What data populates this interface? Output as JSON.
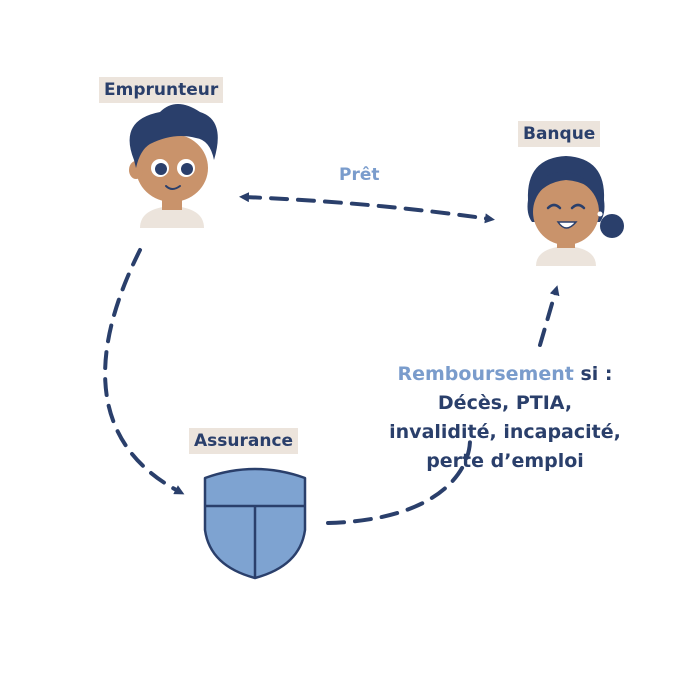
{
  "actors": {
    "borrower": "Emprunteur",
    "bank": "Banque",
    "insurance": "Assurance"
  },
  "flows": {
    "loan": "Prêt",
    "repayment_keyword": "Remboursement",
    "repayment_if": " si :",
    "conditions": [
      "Décès, PTIA,",
      "invalidité, incapacité,",
      "perte d’emploi"
    ]
  },
  "colors": {
    "navy": "#2a3f6b",
    "accent": "#7a9ccc",
    "label_bg": "#ece4dc",
    "shield_fill": "#7ea3d1"
  },
  "icons": [
    "borrower-avatar",
    "banker-avatar",
    "shield-icon"
  ]
}
